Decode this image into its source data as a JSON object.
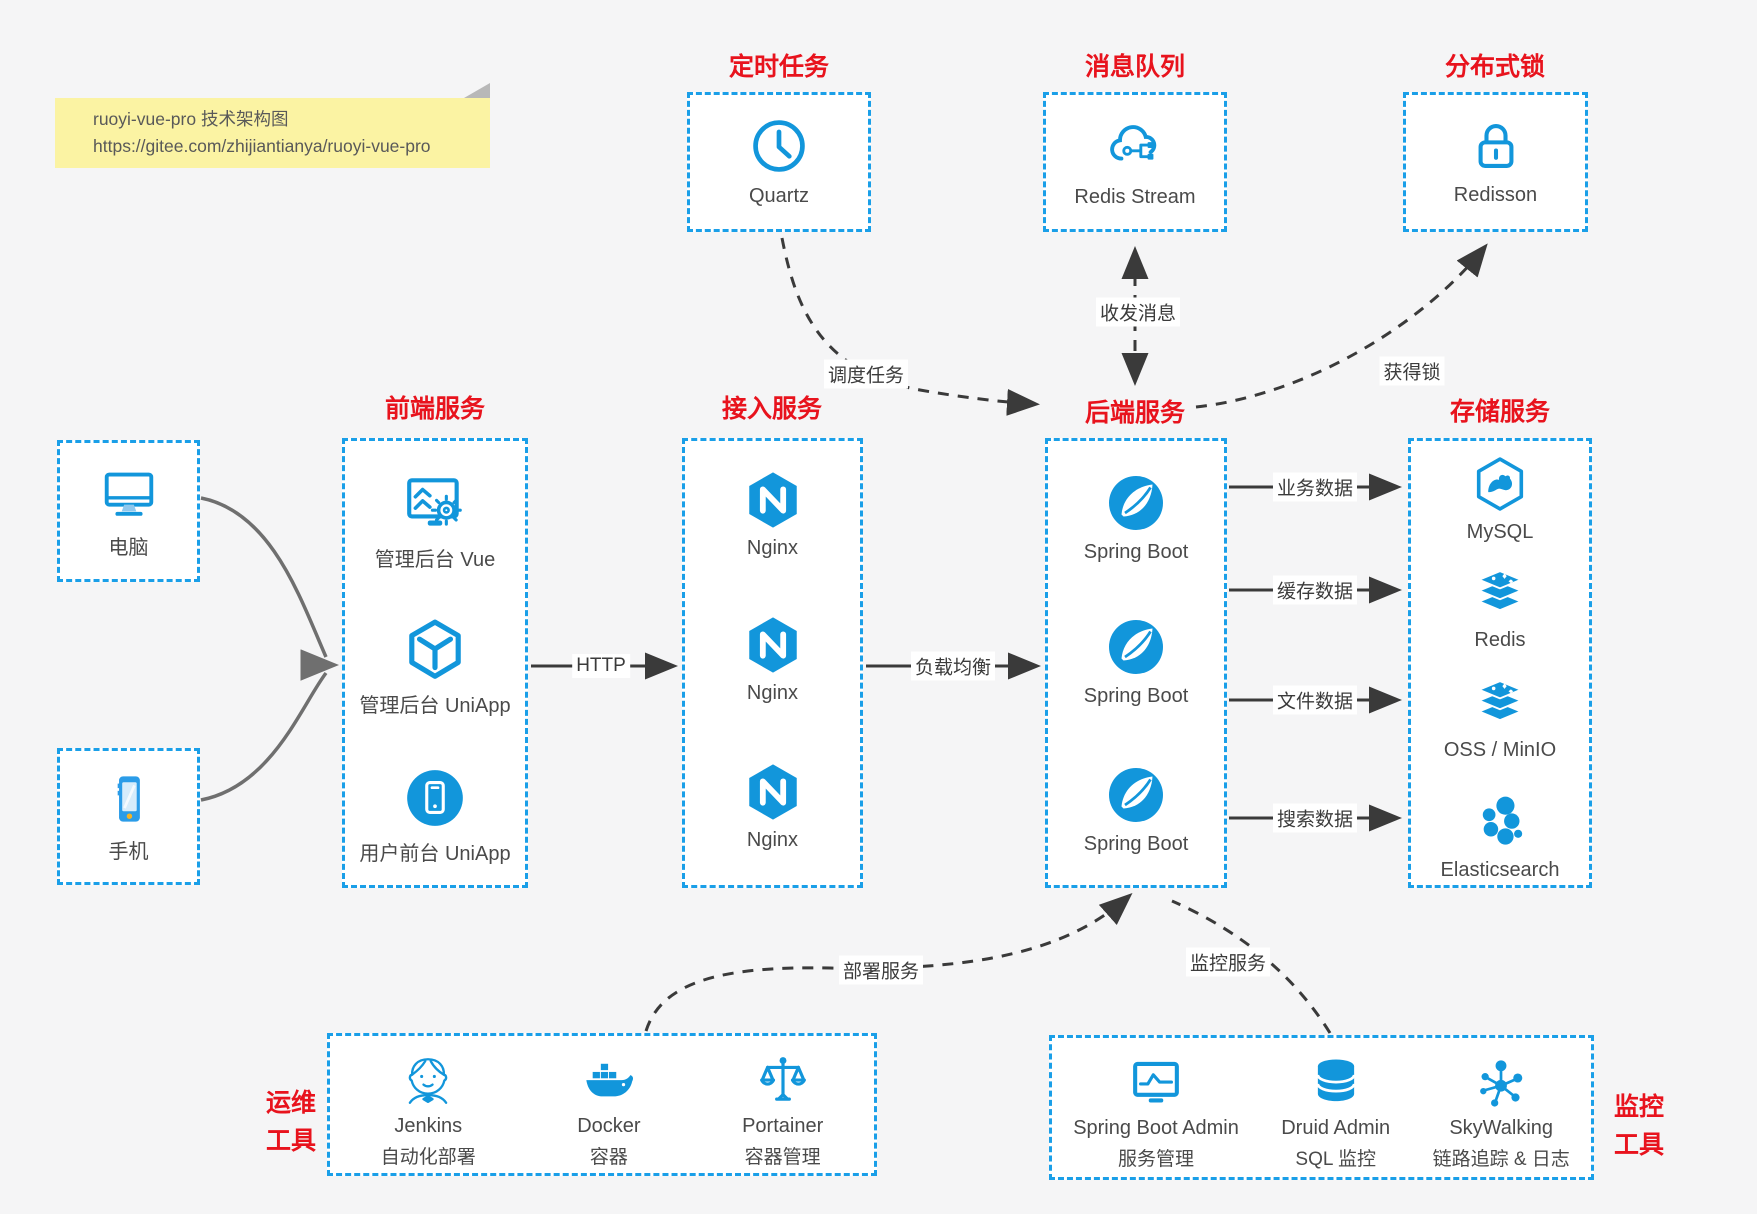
{
  "note": {
    "line1": "ruoyi-vue-pro 技术架构图",
    "line2": "https://gitee.com/zhijiantianya/ruoyi-vue-pro"
  },
  "colors": {
    "accent_blue": "#1296db",
    "border_blue": "#1a9fe8",
    "title_red": "#e8131d",
    "note_yellow": "#fbf3a3",
    "arrow_dark": "#3a3a3a",
    "arrow_gray": "#6f6f6f"
  },
  "top_groups": [
    {
      "title": "定时任务",
      "icon": "clock-icon",
      "label": "Quartz"
    },
    {
      "title": "消息队列",
      "icon": "cloud-stream-icon",
      "label": "Redis Stream"
    },
    {
      "title": "分布式锁",
      "icon": "lock-icon",
      "label": "Redisson"
    }
  ],
  "clients": [
    {
      "icon": "desktop-icon",
      "label": "电脑"
    },
    {
      "icon": "phone-icon",
      "label": "手机"
    }
  ],
  "columns": [
    {
      "title": "前端服务",
      "items": [
        {
          "icon": "admin-vue-icon",
          "label": "管理后台 Vue"
        },
        {
          "icon": "uniapp-cube-icon",
          "label": "管理后台 UniApp"
        },
        {
          "icon": "user-app-icon",
          "label": "用户前台 UniApp"
        }
      ]
    },
    {
      "title": "接入服务",
      "items": [
        {
          "icon": "nginx-icon",
          "label": "Nginx"
        },
        {
          "icon": "nginx-icon",
          "label": "Nginx"
        },
        {
          "icon": "nginx-icon",
          "label": "Nginx"
        }
      ]
    },
    {
      "title": "后端服务",
      "items": [
        {
          "icon": "spring-icon",
          "label": "Spring Boot"
        },
        {
          "icon": "spring-icon",
          "label": "Spring Boot"
        },
        {
          "icon": "spring-icon",
          "label": "Spring Boot"
        }
      ]
    },
    {
      "title": "存储服务",
      "items": [
        {
          "icon": "mysql-icon",
          "label": "MySQL"
        },
        {
          "icon": "redis-stack-icon",
          "label": "Redis"
        },
        {
          "icon": "redis-stack-icon",
          "label": "OSS / MinIO"
        },
        {
          "icon": "elasticsearch-icon",
          "label": "Elasticsearch"
        }
      ]
    }
  ],
  "edges": {
    "http": "HTTP",
    "load_balance": "负载均衡",
    "schedule": "调度任务",
    "message": "收发消息",
    "lock": "获得锁",
    "business_data": "业务数据",
    "cache_data": "缓存数据",
    "file_data": "文件数据",
    "search_data": "搜索数据",
    "deploy": "部署服务",
    "monitor": "监控服务"
  },
  "bottom_groups": [
    {
      "title_lines": [
        "运维",
        "工具"
      ],
      "items": [
        {
          "icon": "jenkins-icon",
          "label": "Jenkins",
          "sublabel": "自动化部署"
        },
        {
          "icon": "docker-icon",
          "label": "Docker",
          "sublabel": "容器"
        },
        {
          "icon": "portainer-icon",
          "label": "Portainer",
          "sublabel": "容器管理"
        }
      ]
    },
    {
      "title_lines": [
        "监控",
        "工具"
      ],
      "items": [
        {
          "icon": "spring-boot-admin-icon",
          "label": "Spring Boot Admin",
          "sublabel": "服务管理"
        },
        {
          "icon": "druid-icon",
          "label": "Druid Admin",
          "sublabel": "SQL 监控"
        },
        {
          "icon": "skywalking-icon",
          "label": "SkyWalking",
          "sublabel": "链路追踪 & 日志"
        }
      ]
    }
  ]
}
